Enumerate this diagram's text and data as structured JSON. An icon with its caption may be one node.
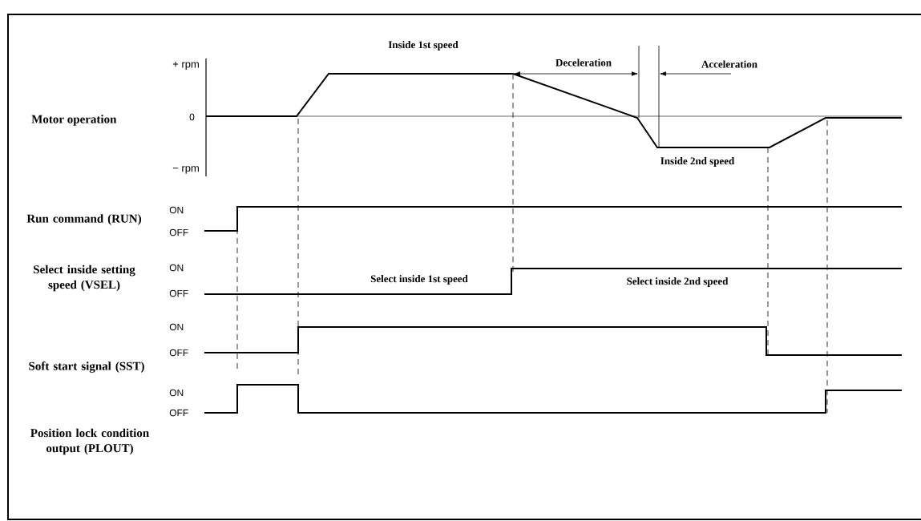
{
  "diagram": {
    "labels": [
      "Inside 1st speed",
      "+ rpm",
      "Deceleration",
      "Acceleration",
      "Motor operation",
      "0",
      "Inside 2nd speed",
      "− rpm",
      "Run command (RUN)",
      "ON",
      "OFF",
      "Select inside setting speed (VSEL)",
      "ON",
      "OFF",
      "Select inside 1st speed",
      "Select inside 2nd speed",
      "ON",
      "Soft start signal (SST)",
      "OFF",
      "ON",
      "OFF",
      "Position lock condition output (PLOUT)"
    ]
  }
}
